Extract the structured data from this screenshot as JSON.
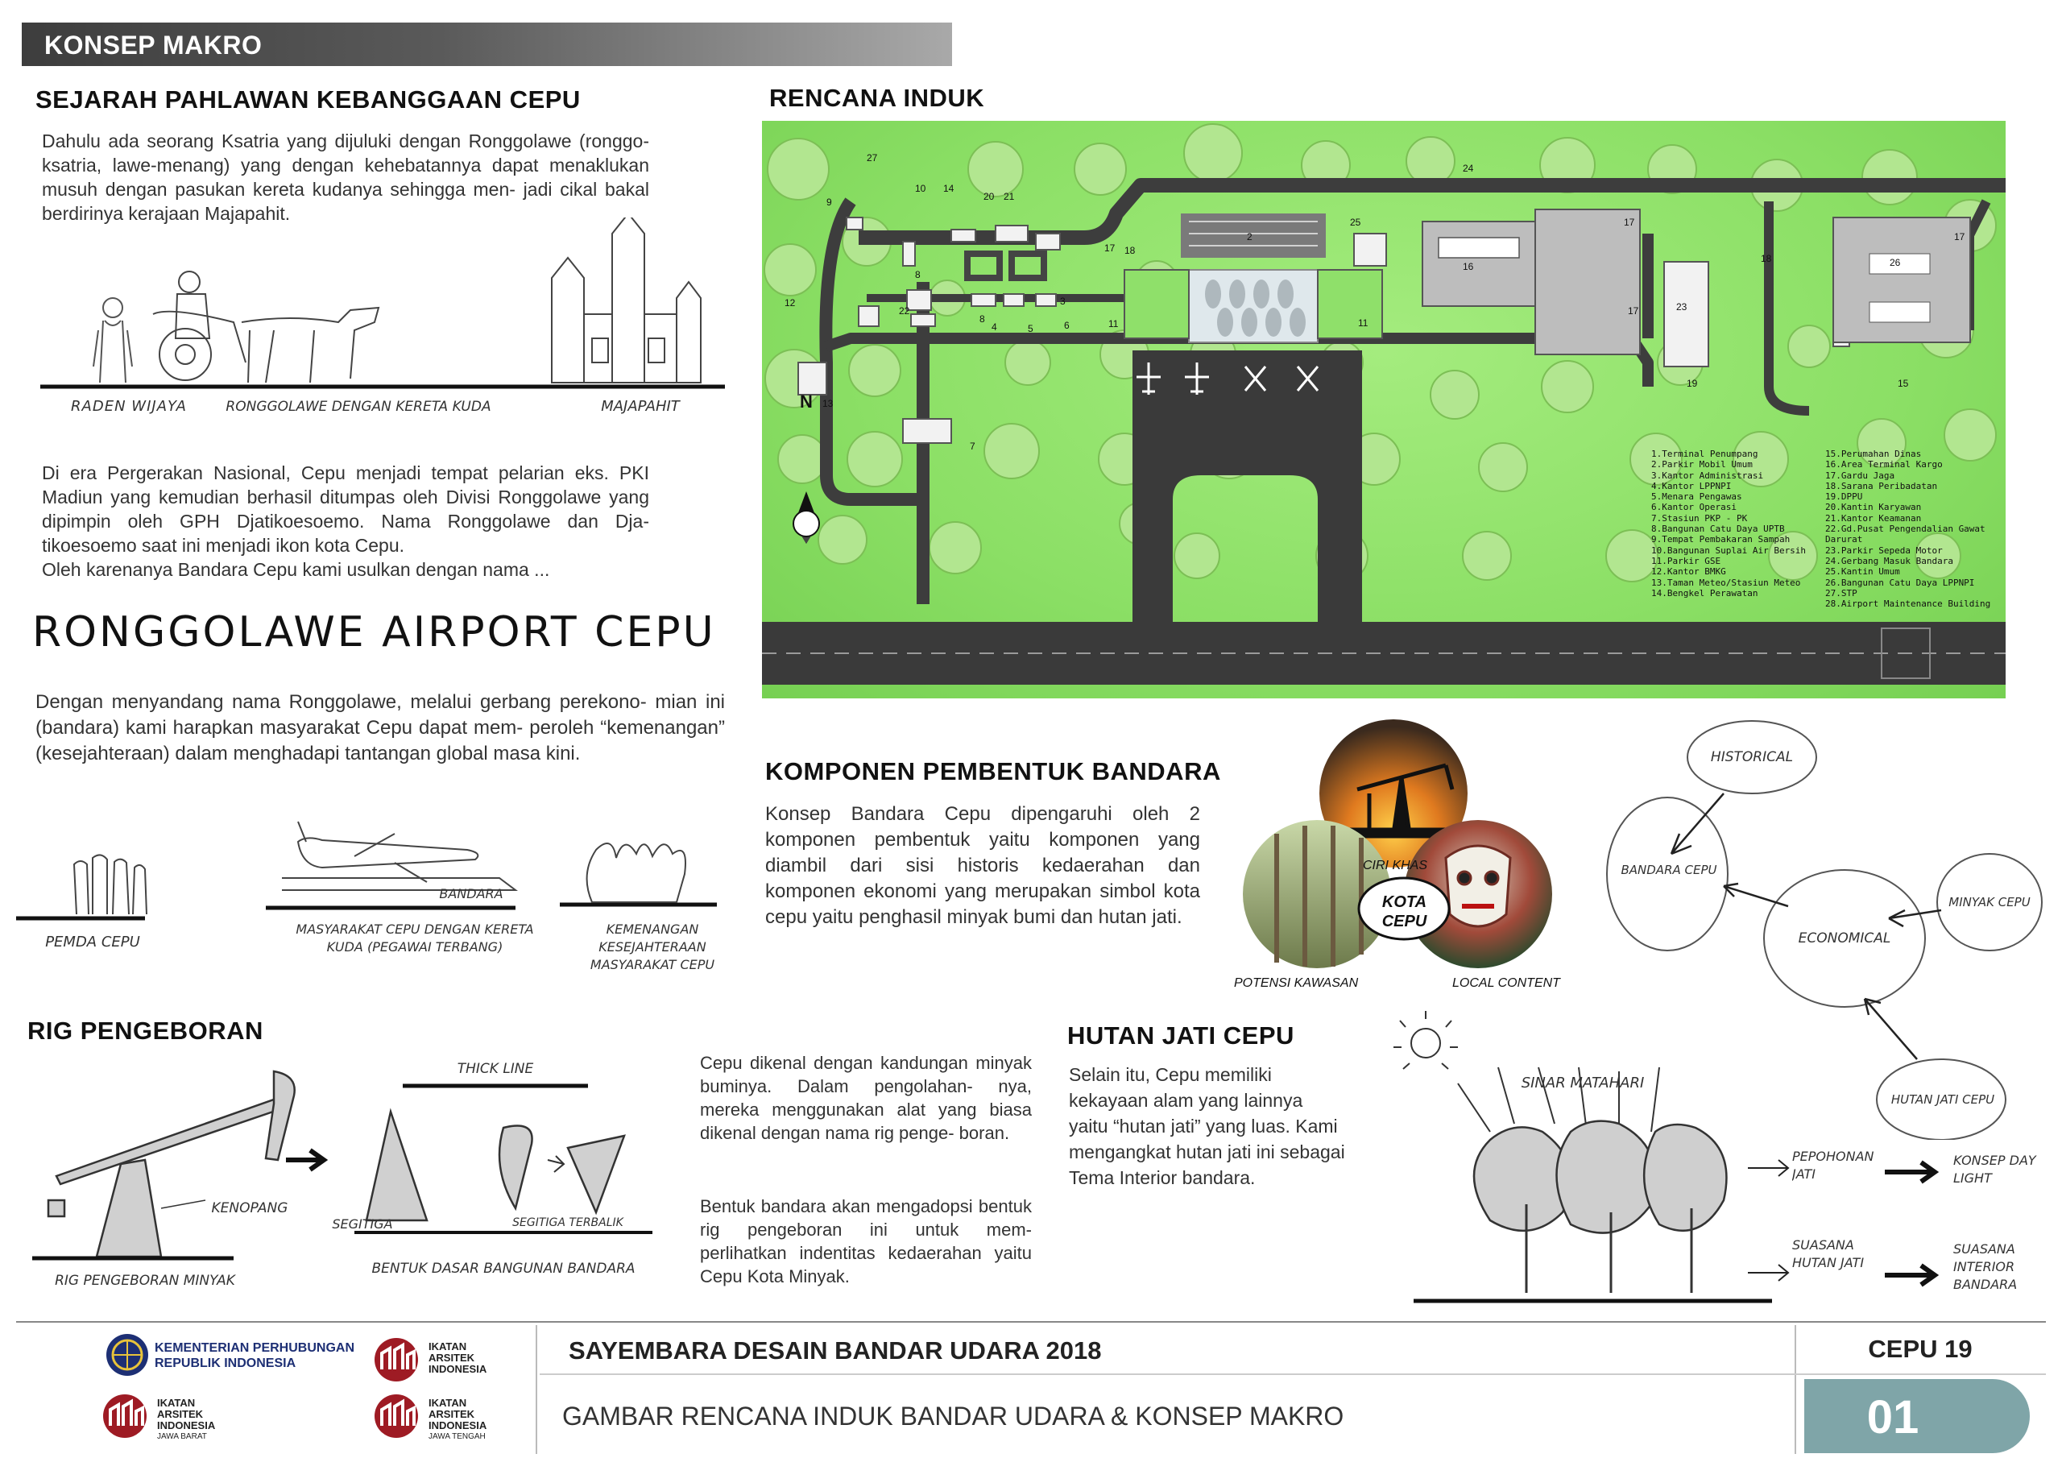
{
  "header": {
    "section_title": "KONSEP MAKRO"
  },
  "history": {
    "title": "SEJARAH PAHLAWAN KEBANGGAAN CEPU",
    "para1": "Dahulu ada seorang Ksatria yang dijuluki dengan Ronggolawe (ronggo-ksatria, lawe-menang) yang dengan kehebatannya dapat menaklukan musuh dengan pasukan kereta kudanya sehingga men- jadi cikal bakal berdirinya kerajaan Majapahit.",
    "sketch_labels": [
      "RADEN WIJAYA",
      "RONGGOLAWE DENGAN KERETA KUDA",
      "MAJAPAHIT"
    ],
    "para2_lines": [
      "Di era Pergerakan Nasional, Cepu menjadi tempat pelarian eks. PKI Madiun yang kemudian berhasil ditumpas oleh Divisi Ronggolawe yang dipimpin oleh GPH Djatikoesoemo. Nama Ronggolawe dan Dja- tikoesoemo saat ini menjadi ikon kota Cepu.",
      "Oleh karenanya Bandara Cepu kami usulkan dengan nama ..."
    ]
  },
  "airport_name": "RONGGOLAWE AIRPORT CEPU",
  "name_desc": "Dengan menyandang nama Ronggolawe, melalui gerbang perekono- mian ini (bandara) kami harapkan masyarakat Cepu dapat mem- peroleh “kemenangan” (kesejahteraan) dalam menghadapi tantangan global masa kini.",
  "name_sketch": {
    "labels": [
      "PEMDA CEPU",
      "BANDARA",
      "MASYARAKAT CEPU DENGAN KERETA KUDA (PEGAWAI TERBANG)",
      "KEMENANGAN KESEJAHTERAAN MASYARAKAT CEPU"
    ]
  },
  "masterplan": {
    "title": "RENCANA INDUK",
    "compass": "N",
    "legend_left": [
      "1.Terminal Penumpang",
      "2.Parkir Mobil Umum",
      "3.Kantor Administrasi",
      "4.Kantor LPPNPI",
      "5.Menara Pengawas",
      "6.Kantor Operasi",
      "7.Stasiun PKP - PK",
      "8.Bangunan Catu Daya UPTB",
      "9.Tempat Pembakaran Sampah",
      "10.Bangunan Suplai Air Bersih",
      "11.Parkir GSE",
      "12.Kantor BMKG",
      "13.Taman Meteo/Stasiun Meteo",
      "14.Bengkel Perawatan"
    ],
    "legend_right": [
      "15.Perumahan Dinas",
      "16.Area Terminal Kargo",
      "17.Gardu Jaga",
      "18.Sarana Peribadatan",
      "19.DPPU",
      "20.Kantin Karyawan",
      "21.Kantor Keamanan",
      "22.Gd.Pusat Pengendalian Gawat Darurat",
      "23.Parkir Sepeda Motor",
      "24.Gerbang Masuk Bandara",
      "25.Kantin Umum",
      "26.Bangunan Catu Daya LPPNPI",
      "27.STP",
      "28.Airport Maintenance Building"
    ]
  },
  "components": {
    "title": "KOMPONEN PEMBENTUK BANDARA",
    "para": "Konsep Bandara Cepu dipengaruhi oleh 2 komponen pembentuk yaitu komponen yang diambil dari sisi historis kedaerahan dan komponen ekonomi yang merupakan simbol kota cepu yaitu penghasil minyak bumi dan hutan jati.",
    "center": "KOTA CEPU",
    "labels": [
      "CIRI KHAS",
      "POTENSI KAWASAN",
      "LOCAL CONTENT"
    ]
  },
  "concept_diagram": {
    "nodes": [
      "HISTORICAL",
      "BANDARA CEPU",
      "MINYAK CEPU",
      "ECONOMICAL",
      "HUTAN JATI CEPU"
    ]
  },
  "rig": {
    "title": "RIG PENGEBORAN",
    "labels": [
      "KENOPANG",
      "RIG PENGEBORAN MINYAK",
      "THICK LINE",
      "SEGITIGA",
      "SEGITIGA TERBALIK",
      "BENTUK DASAR BANGUNAN BANDARA"
    ],
    "para1": "Cepu dikenal dengan kandungan minyak buminya. Dalam pengolahan- nya, mereka menggunakan alat yang biasa dikenal dengan nama rig penge- boran.",
    "para2": "Bentuk bandara akan mengadopsi bentuk rig pengeboran ini untuk mem- perlihatkan indentitas kedaerahan yaitu Cepu Kota Minyak."
  },
  "forest": {
    "title": "HUTAN JATI CEPU",
    "para": "Selain itu, Cepu memiliki kekayaan alam yang lainnya yaitu “hutan jati” yang luas. Kami mengangkat hutan jati ini sebagai Tema Interior bandara.",
    "labels": [
      "SINAR MATAHARI",
      "PEPOHONAN JATI",
      "KONSEP DAY LIGHT",
      "SUASANA HUTAN JATI",
      "SUASANA INTERIOR BANDARA"
    ]
  },
  "footer": {
    "org1_line1": "KEMENTERIAN PERHUBUNGAN",
    "org1_line2": "REPUBLIK INDONESIA",
    "iai1": [
      "IKATAN",
      "ARSITEK",
      "INDONESIA"
    ],
    "iai2": [
      "IKATAN",
      "ARSITEK",
      "INDONESIA"
    ],
    "iai2_sub": "JAWA BARAT",
    "iai3": [
      "IKATAN",
      "ARSITEK",
      "INDONESIA"
    ],
    "iai3_sub": "JAWA TENGAH",
    "competition": "SAYEMBARA DESAIN BANDAR UDARA 2018",
    "code": "CEPU 19",
    "sheet_title": "GAMBAR RENCANA INDUK BANDAR UDARA & KONSEP MAKRO",
    "sheet_no": "01"
  },
  "colors": {
    "grass": "#8fe06a",
    "tree": "#a8e07c",
    "pavement": "#3a3a3a",
    "building": "#9a9a9a",
    "accent": "#7fa5a8"
  }
}
